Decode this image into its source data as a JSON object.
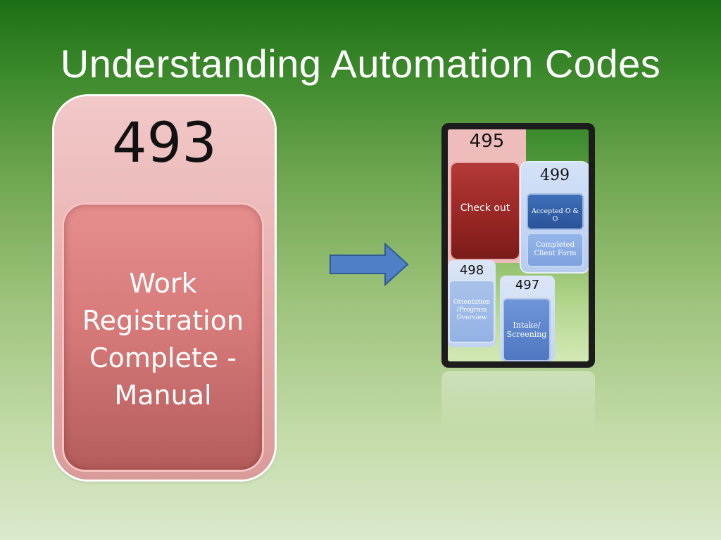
{
  "slide": {
    "title": "Understanding Automation Codes"
  },
  "main_card": {
    "code": "493",
    "label_lines": [
      "Work",
      "Registration",
      "Complete -",
      "Manual"
    ]
  },
  "phone": {
    "c495": {
      "code": "495",
      "inner_label": "Check out"
    },
    "c499": {
      "code": "499",
      "accepted_label": "Accepted O & O",
      "completed_lines": [
        "Completed",
        "Client Form"
      ]
    },
    "c498": {
      "code": "498",
      "inner_lines": [
        "Orientation",
        "/Program",
        "Overview"
      ]
    },
    "c497": {
      "code": "497",
      "inner_lines": [
        "Intake/",
        "Screening"
      ]
    }
  },
  "colors": {
    "arrow_fill": "#4f7fc6",
    "arrow_stroke": "#2f5a96",
    "main_card": "#e9b0b0",
    "check_out": "#962523"
  },
  "icons": {
    "arrow": "right-arrow-icon"
  }
}
